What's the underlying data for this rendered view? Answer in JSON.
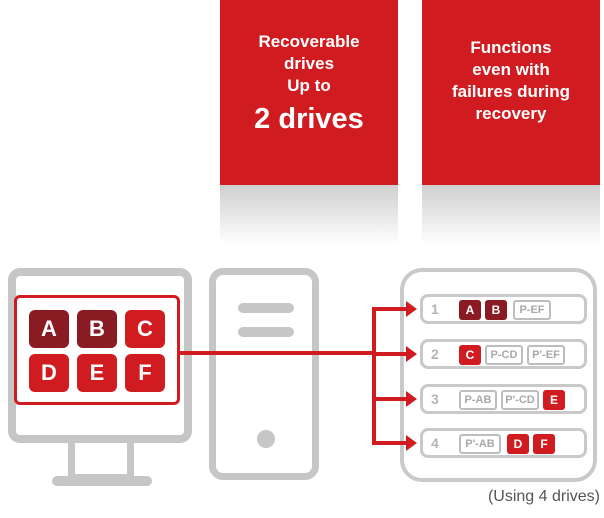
{
  "panels": [
    {
      "lines": [
        "Recoverable",
        "drives",
        "Up to"
      ],
      "big": "2 drives"
    },
    {
      "lines": [
        "Functions",
        "even with",
        "failures during",
        "recovery"
      ]
    }
  ],
  "source_blocks": [
    "A",
    "B",
    "C",
    "D",
    "E",
    "F"
  ],
  "drives": [
    {
      "number": "1",
      "chunks": [
        "A",
        "B",
        "P-EF"
      ]
    },
    {
      "number": "2",
      "chunks": [
        "C",
        "P-CD",
        "P'-EF"
      ]
    },
    {
      "number": "3",
      "chunks": [
        "P-AB",
        "P'-CD",
        "E"
      ]
    },
    {
      "number": "4",
      "chunks": [
        "P'-AB",
        "D",
        "F"
      ]
    }
  ],
  "caption": "(Using 4 drives)",
  "colors": {
    "accent": "#d01c21",
    "dark_accent": "#8a1b22",
    "gray": "#c6c6c6"
  }
}
